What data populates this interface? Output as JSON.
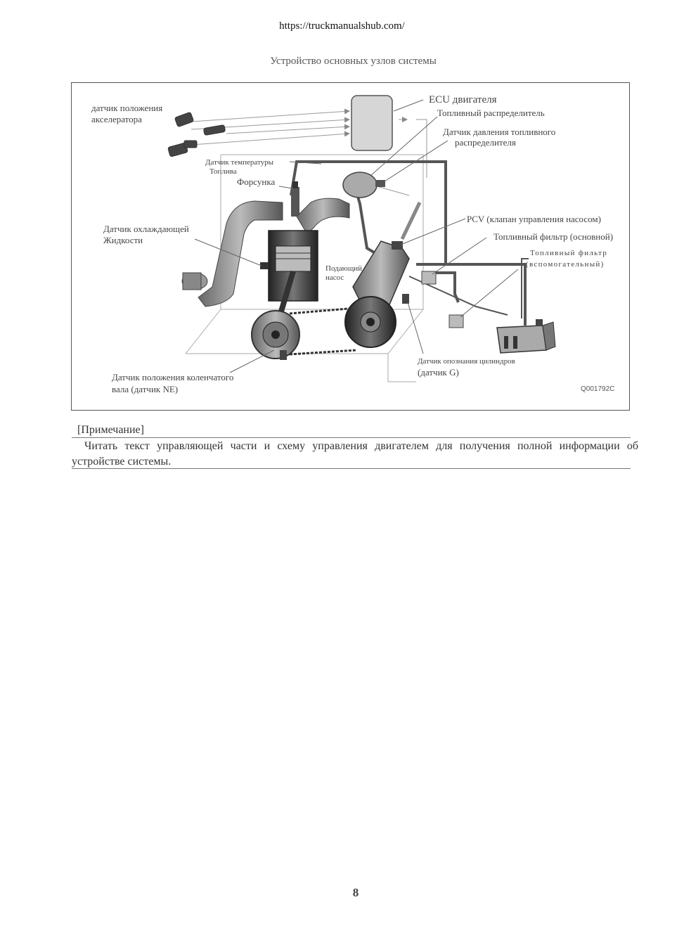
{
  "header": {
    "url": "https://truckmanualshub.com/"
  },
  "section_title": "Устройство основных узлов системы",
  "figure": {
    "code": "Q001792C",
    "labels": {
      "accel_sensor_1": "датчик положения",
      "accel_sensor_2": "акселератора",
      "ecu": "ECU двигателя",
      "fuel_rail": "Топливный распределитель",
      "rail_pressure_1": "Датчик давления топливного",
      "rail_pressure_2": "распределителя",
      "fuel_temp_1": "Датчик температуры",
      "fuel_temp_2": "Топлива",
      "injector": "Форсунка",
      "coolant_1": "Датчик охлаждающей",
      "coolant_2": "Жидкости",
      "pcv": "PCV (клапан управления насосом)",
      "main_filter": "Топливный фильтр (основной)",
      "aux_filter_1": "Топливный фильтр",
      "aux_filter_2": "(вспомогательный)",
      "supply_pump_1": "Подающий",
      "supply_pump_2": "насос",
      "cyl_sensor_1": "Датчик опознания цилиндров",
      "cyl_sensor_2": "(датчик G)",
      "crank_sensor_1": "Датчик положения коленчатого",
      "crank_sensor_2": "вала (датчик NE)"
    }
  },
  "note": {
    "heading": "[Примечание]",
    "text": "Читать текст управляющей части и схему управления двигателем для получения полной информации об устройстве системы."
  },
  "page_number": "8"
}
